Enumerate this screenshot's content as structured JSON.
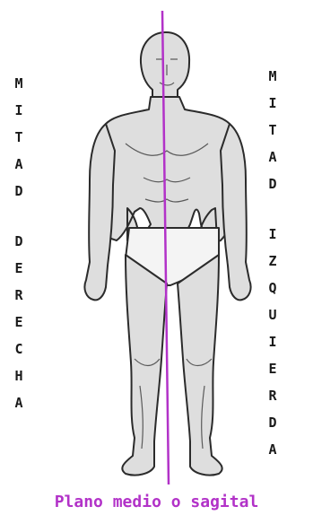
{
  "left_label": "MITAD DERECHA",
  "right_label": "MITAD IZQUIERDA",
  "caption": "Plano medio o sagital",
  "colors": {
    "plane_line": "#b232c8",
    "caption": "#b232c8",
    "body_fill": "#dcdcdc",
    "outline": "#2b2b2b"
  }
}
